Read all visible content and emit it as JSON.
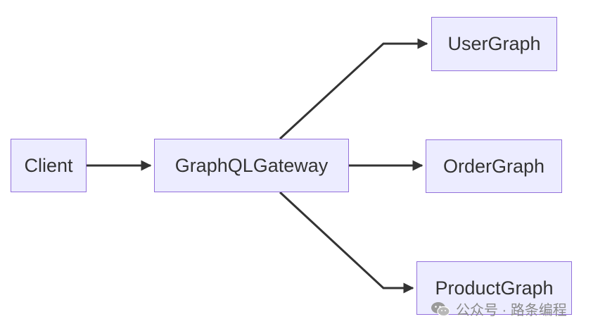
{
  "diagram": {
    "type": "flowchart",
    "colors": {
      "node_fill": "#ECECFF",
      "node_border": "#9370DB",
      "edge": "#333333",
      "text": "#333333"
    },
    "nodes": [
      {
        "id": "client",
        "label": "Client"
      },
      {
        "id": "gateway",
        "label": "GraphQLGateway"
      },
      {
        "id": "user",
        "label": "UserGraph"
      },
      {
        "id": "order",
        "label": "OrderGraph"
      },
      {
        "id": "product",
        "label": "ProductGraph"
      }
    ],
    "edges": [
      {
        "from": "client",
        "to": "gateway"
      },
      {
        "from": "gateway",
        "to": "user"
      },
      {
        "from": "gateway",
        "to": "order"
      },
      {
        "from": "gateway",
        "to": "product"
      }
    ]
  },
  "watermark": {
    "icon": "wechat-icon",
    "text": "公众号 · 路条编程"
  }
}
